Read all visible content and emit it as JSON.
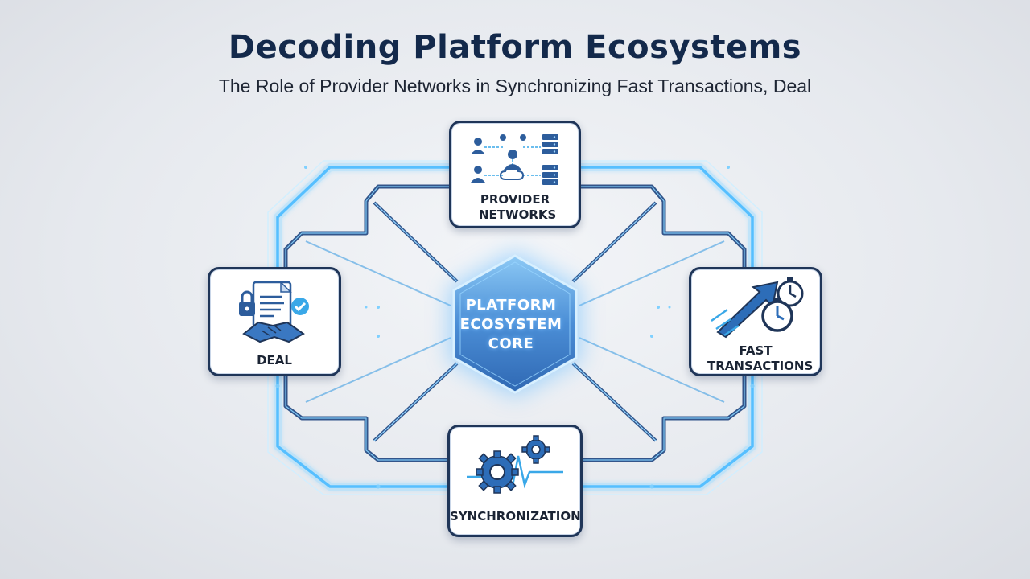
{
  "header": {
    "title": "Decoding Platform Ecosystems",
    "subtitle": "The Role of Provider Networks in Synchronizing Fast Transactions, Deal"
  },
  "core": {
    "label": "PLATFORM ECOSYSTEM CORE"
  },
  "nodes": {
    "provider": {
      "label": "PROVIDER NETWORKS",
      "icon": "network-users-servers-icon"
    },
    "deal": {
      "label": "DEAL",
      "icon": "contract-handshake-icon"
    },
    "fast": {
      "label": "FAST TRANSACTIONS",
      "icon": "arrow-stopwatch-icon"
    },
    "sync": {
      "label": "SYNCHRONIZATION",
      "icon": "gears-waveform-icon"
    }
  },
  "colors": {
    "title": "#13294b",
    "connector_dark": "#3a5f95",
    "connector_glow": "#5ec4ff",
    "core_fill": "#3f7fc8",
    "node_border": "#1f3558",
    "icon_primary": "#2d5d9c",
    "icon_accent": "#3aa8e8"
  }
}
